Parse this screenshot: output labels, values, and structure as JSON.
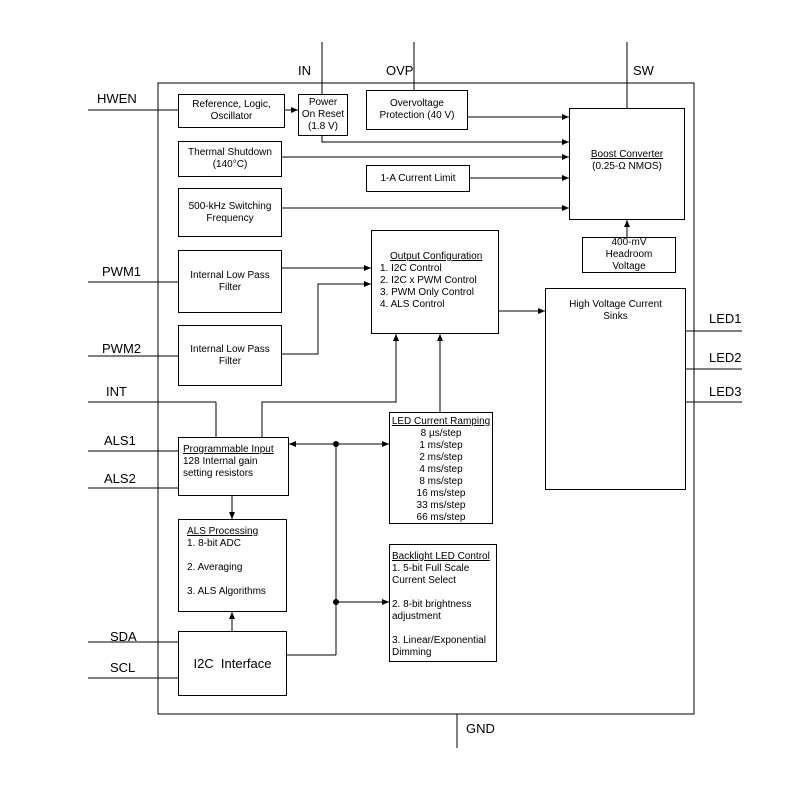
{
  "pins": {
    "in": "IN",
    "ovp": "OVP",
    "sw": "SW",
    "hwen": "HWEN",
    "pwm1": "PWM1",
    "pwm2": "PWM2",
    "int": "INT",
    "als1": "ALS1",
    "als2": "ALS2",
    "sda": "SDA",
    "scl": "SCL",
    "gnd": "GND",
    "led1": "LED1",
    "led2": "LED2",
    "led3": "LED3"
  },
  "blocks": {
    "ref_logic": [
      "Reference, Logic,",
      "Oscillator"
    ],
    "por": [
      "Power",
      "On Reset",
      "(1.8 V)"
    ],
    "ovp": [
      "Overvoltage",
      "Protection (40 V)"
    ],
    "thermal": [
      "Thermal Shutdown",
      "(140°C)"
    ],
    "current_limit": "1-A Current Limit",
    "switching": [
      "500-kHz Switching",
      "Frequency"
    ],
    "boost": {
      "title": "Boost Converter",
      "sub": "(0.25-Ω  NMOS)"
    },
    "headroom": [
      "400-mV",
      "Headroom",
      "Voltage"
    ],
    "output_config": {
      "title": "Output Configuration",
      "items": [
        "1. I2C Control",
        "2. I2C x PWM Control",
        "3. PWM Only Control",
        "4. ALS Control"
      ]
    },
    "lpf1": [
      "Internal Low Pass",
      "Filter"
    ],
    "lpf2": [
      "Internal Low Pass",
      "Filter"
    ],
    "hv_sinks": [
      "High Voltage Current",
      "Sinks"
    ],
    "prog_input": {
      "title": "Programmable Input",
      "lines": [
        "128 Internal gain",
        "setting resistors"
      ]
    },
    "ramping": {
      "title": "LED Current Ramping",
      "steps": [
        "8 µs/step",
        "1 ms/step",
        "2 ms/step",
        "4 ms/step",
        "8 ms/step",
        "16 ms/step",
        "33 ms/step",
        "66 ms/step"
      ]
    },
    "als_processing": {
      "title": "ALS Processing",
      "items": [
        "1. 8-bit ADC",
        "2. Averaging",
        "3. ALS Algorithms"
      ]
    },
    "backlight": {
      "title": "Backlight LED Control",
      "items": [
        "1. 5-bit Full Scale",
        "Current Select",
        "2. 8-bit brightness",
        "adjustment",
        "3. Linear/Exponential",
        "Dimming"
      ]
    },
    "i2c": "I2C  Interface"
  }
}
